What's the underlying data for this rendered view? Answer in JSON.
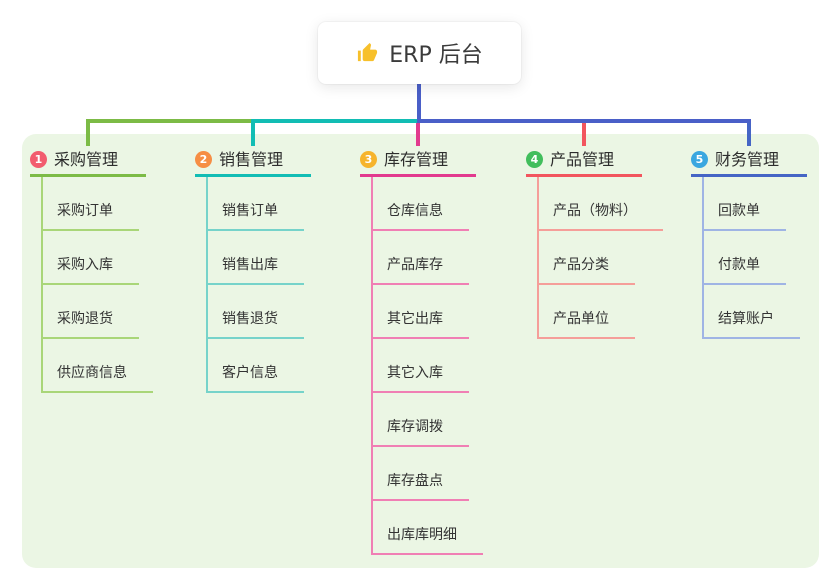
{
  "root": {
    "title": "ERP 后台",
    "icon": "thumbs-up-icon",
    "icon_color": "#F7C02B"
  },
  "colors": {
    "panel_bg": "#EBF6E4",
    "stem": "#4A5FC8"
  },
  "branches": [
    {
      "index": "1",
      "title": "采购管理",
      "badge_color": "#F25C6E",
      "line_color": "#7CBB46",
      "child_line_color": "#A9D678",
      "children": [
        "采购订单",
        "采购入库",
        "采购退货",
        "供应商信息"
      ]
    },
    {
      "index": "2",
      "title": "销售管理",
      "badge_color": "#F68E44",
      "line_color": "#12BDB4",
      "child_line_color": "#76D3CA",
      "children": [
        "销售订单",
        "销售出库",
        "销售退货",
        "客户信息"
      ]
    },
    {
      "index": "3",
      "title": "库存管理",
      "badge_color": "#F6B42C",
      "line_color": "#E23A8E",
      "child_line_color": "#F07FB4",
      "children": [
        "仓库信息",
        "产品库存",
        "其它出库",
        "其它入库",
        "库存调拨",
        "库存盘点",
        "出库库明细"
      ]
    },
    {
      "index": "4",
      "title": "产品管理",
      "badge_color": "#41BE5C",
      "line_color": "#F2555E",
      "child_line_color": "#F59E99",
      "children": [
        "产品（物料）",
        "产品分类",
        "产品单位"
      ]
    },
    {
      "index": "5",
      "title": "财务管理",
      "badge_color": "#3AA7E0",
      "line_color": "#4565C5",
      "child_line_color": "#9FB4E4",
      "children": [
        "回款单",
        "付款单",
        "结算账户"
      ]
    }
  ]
}
